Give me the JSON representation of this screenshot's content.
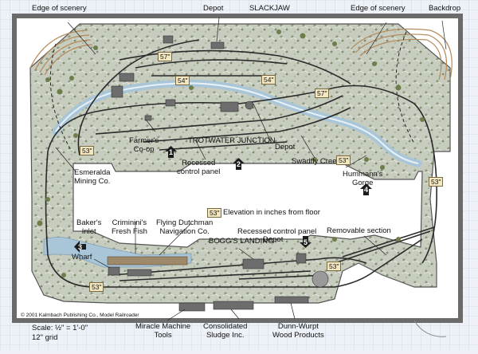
{
  "labels": {
    "edge_of_scenery_left": "Edge of scenery",
    "depot_top": "Depot",
    "slackjaw": "SLACKJAW",
    "edge_of_scenery_right": "Edge of scenery",
    "backdrop": "Backdrop",
    "farmers_coop": "Farmer's\nCo-op",
    "trotwater_junction": "TROTWATER JUNCTION",
    "depot_mid": "Depot",
    "recessed_control_panel_top": "Recessed\ncontrol panel",
    "swadfly_creek": "Swadfly Creek",
    "esmeralda_mining": "Esmeralda\nMining Co.",
    "hummanns_gorge": "Hummann's\nGorge",
    "elevation_legend": "Elevation in inches from floor",
    "bakers_inlet": "Baker's\nInlet",
    "criminini": "Criminini's\nFresh Fish",
    "flying_dutchman": "Flying Dutchman\nNavigation Co.",
    "boggs_landing": "BOGG'S LANDING",
    "recessed_control_panel_bottom": "Recessed control panel",
    "depot_bottom": "Depot",
    "removable_section": "Removable section",
    "wharf": "Wharf",
    "miracle_machine": "Miracle Machine\nTools",
    "consolidated_sludge": "Consolidated\nSludge Inc.",
    "dunn_wurpt": "Dunn-Wurpt\nWood Products",
    "copyright": "© 2001 Kalmbach Publishing Co., Model Railroader",
    "scale": "Scale: ½\" = 1'-0\"",
    "grid": "12\" grid"
  },
  "elevation_tags": {
    "t1": "57\"",
    "t2": "54\"",
    "t3": "54\"",
    "t4": "57\"",
    "t5": "53\"",
    "t6": "53\"",
    "t7": "53\"",
    "t8": "53\"",
    "t9": "53\"",
    "legend": "53\""
  },
  "markers": [
    "1",
    "2",
    "3",
    "4",
    "5"
  ],
  "colors": {
    "room_wall": "#6b6b6b",
    "scenery": "#c9cfc0",
    "water": "#a9c6d9",
    "track": "#2a2a2a",
    "marker": "#1c1c1c",
    "tag_fill": "#f3e7c2",
    "aisle": "#ffffff"
  }
}
